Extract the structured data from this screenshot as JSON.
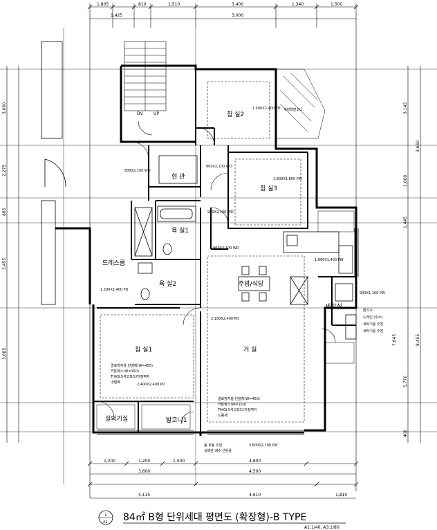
{
  "top_dims_row1": [
    "1,805",
    "810",
    "1,510",
    "3,400",
    "1,340",
    "1,500"
  ],
  "top_dims_row2": [
    "1,425",
    "3,000"
  ],
  "left_dims": [
    "3,060",
    "2,275",
    "865",
    "3,455",
    "3,685"
  ],
  "right_dims_inner": [
    "3,145",
    "1,800",
    "1,445",
    "5,770",
    "7,645",
    "400"
  ],
  "right_dims_outer": [
    "3,660",
    "8,455"
  ],
  "bottom_dims_row1": [
    "1,200",
    "1,200",
    "1,500",
    "4,800"
  ],
  "bottom_dims_row2": [
    "3,600",
    "4,500"
  ],
  "bottom_dims_row3": [
    "4,115",
    "4,610",
    "1,810"
  ],
  "rooms": {
    "bedroom2": "침 실2",
    "bedroom3": "침 실3",
    "bedroom1": "침 실1",
    "living": "거 실",
    "kitchen": "주방/식당",
    "dress": "드레스룸",
    "bath1": "욕 실1",
    "bath2": "욕 실2",
    "hall": "현 관",
    "utility": "실외기실",
    "balcony1": "발코니1",
    "storage": "세탁실",
    "pantry": "계장형발코니"
  },
  "stair": {
    "down": "DV",
    "up": "UP"
  },
  "windows": [
    "1,500X2,400 PD",
    "1,800X1,800 PW",
    "1,200X2,400 PD",
    "900X2,100 WD",
    "900X2,100 WD",
    "800X2,100 WD",
    "900X2,100 WD",
    "1,800X1,400 PW",
    "2,100X2,400 PD",
    "900X1,100 PW",
    "2,400X2,400 PD",
    "3,600X2,100 PW"
  ],
  "wall_notes_1": [
    "결로방지용 단열재(W=450)",
    "커튼박스(W=150)",
    "THK9.5석고보드/지정벽지",
    "내열벽"
  ],
  "wall_notes_2": [
    "결로방지용 단열재(W=450)",
    "커튼박스(W=150)",
    "THK9.5석고보드/지정벽지",
    "드럼재"
  ],
  "bottom_notes": [
    "동.호봉 수전",
    "실례관 배수 선용용"
  ],
  "right_notes": [
    "환기구",
    "드레인 (수수)",
    "세탁기용 수전",
    "세탁기용 수전"
  ],
  "title": "84㎡ B형 단위세대 평면도 (확장형)-B TYPE",
  "scale": "A1:1/40, A3:1/80",
  "section_mark": "1",
  "section_sub": "A1"
}
